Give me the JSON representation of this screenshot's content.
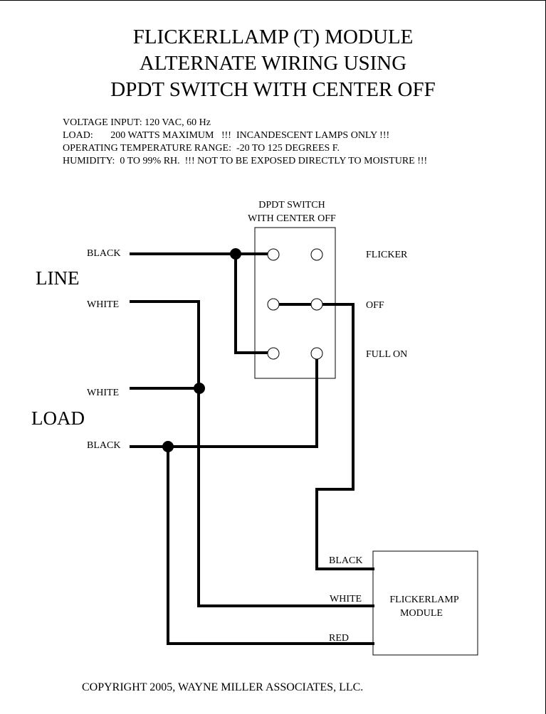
{
  "title_lines": [
    "FLICKERLLAMP (T) MODULE",
    "ALTERNATE WIRING USING",
    "DPDT SWITCH WITH CENTER OFF"
  ],
  "specs": {
    "voltage": "VOLTAGE INPUT: 120 VAC, 60 Hz",
    "load": "LOAD:       200 WATTS MAXIMUM   !!!  INCANDESCENT LAMPS ONLY !!!",
    "temperature": "OPERATING TEMPERATURE RANGE:  -20 TO 125 DEGREES F.",
    "humidity": "HUMIDITY:  0 TO 99% RH.  !!! NOT TO BE EXPOSED DIRECTLY TO MOISTURE !!!"
  },
  "switch": {
    "title_line1": "DPDT SWITCH",
    "title_line2": "WITH CENTER OFF",
    "positions": {
      "top": "FLICKER",
      "middle": "OFF",
      "bottom": "FULL ON"
    }
  },
  "line_group": {
    "label": "LINE",
    "black": "BLACK",
    "white": "WHITE"
  },
  "load_group": {
    "label": "LOAD",
    "white": "WHITE",
    "black": "BLACK"
  },
  "module": {
    "title_line1": "FLICKERLAMP",
    "title_line2": "MODULE",
    "wires": {
      "black": "BLACK",
      "white": "WHITE",
      "red": "RED"
    }
  },
  "copyright": "COPYRIGHT 2005, WAYNE MILLER ASSOCIATES, LLC.",
  "colors": {
    "ink": "#000000",
    "background": "#ffffff"
  }
}
